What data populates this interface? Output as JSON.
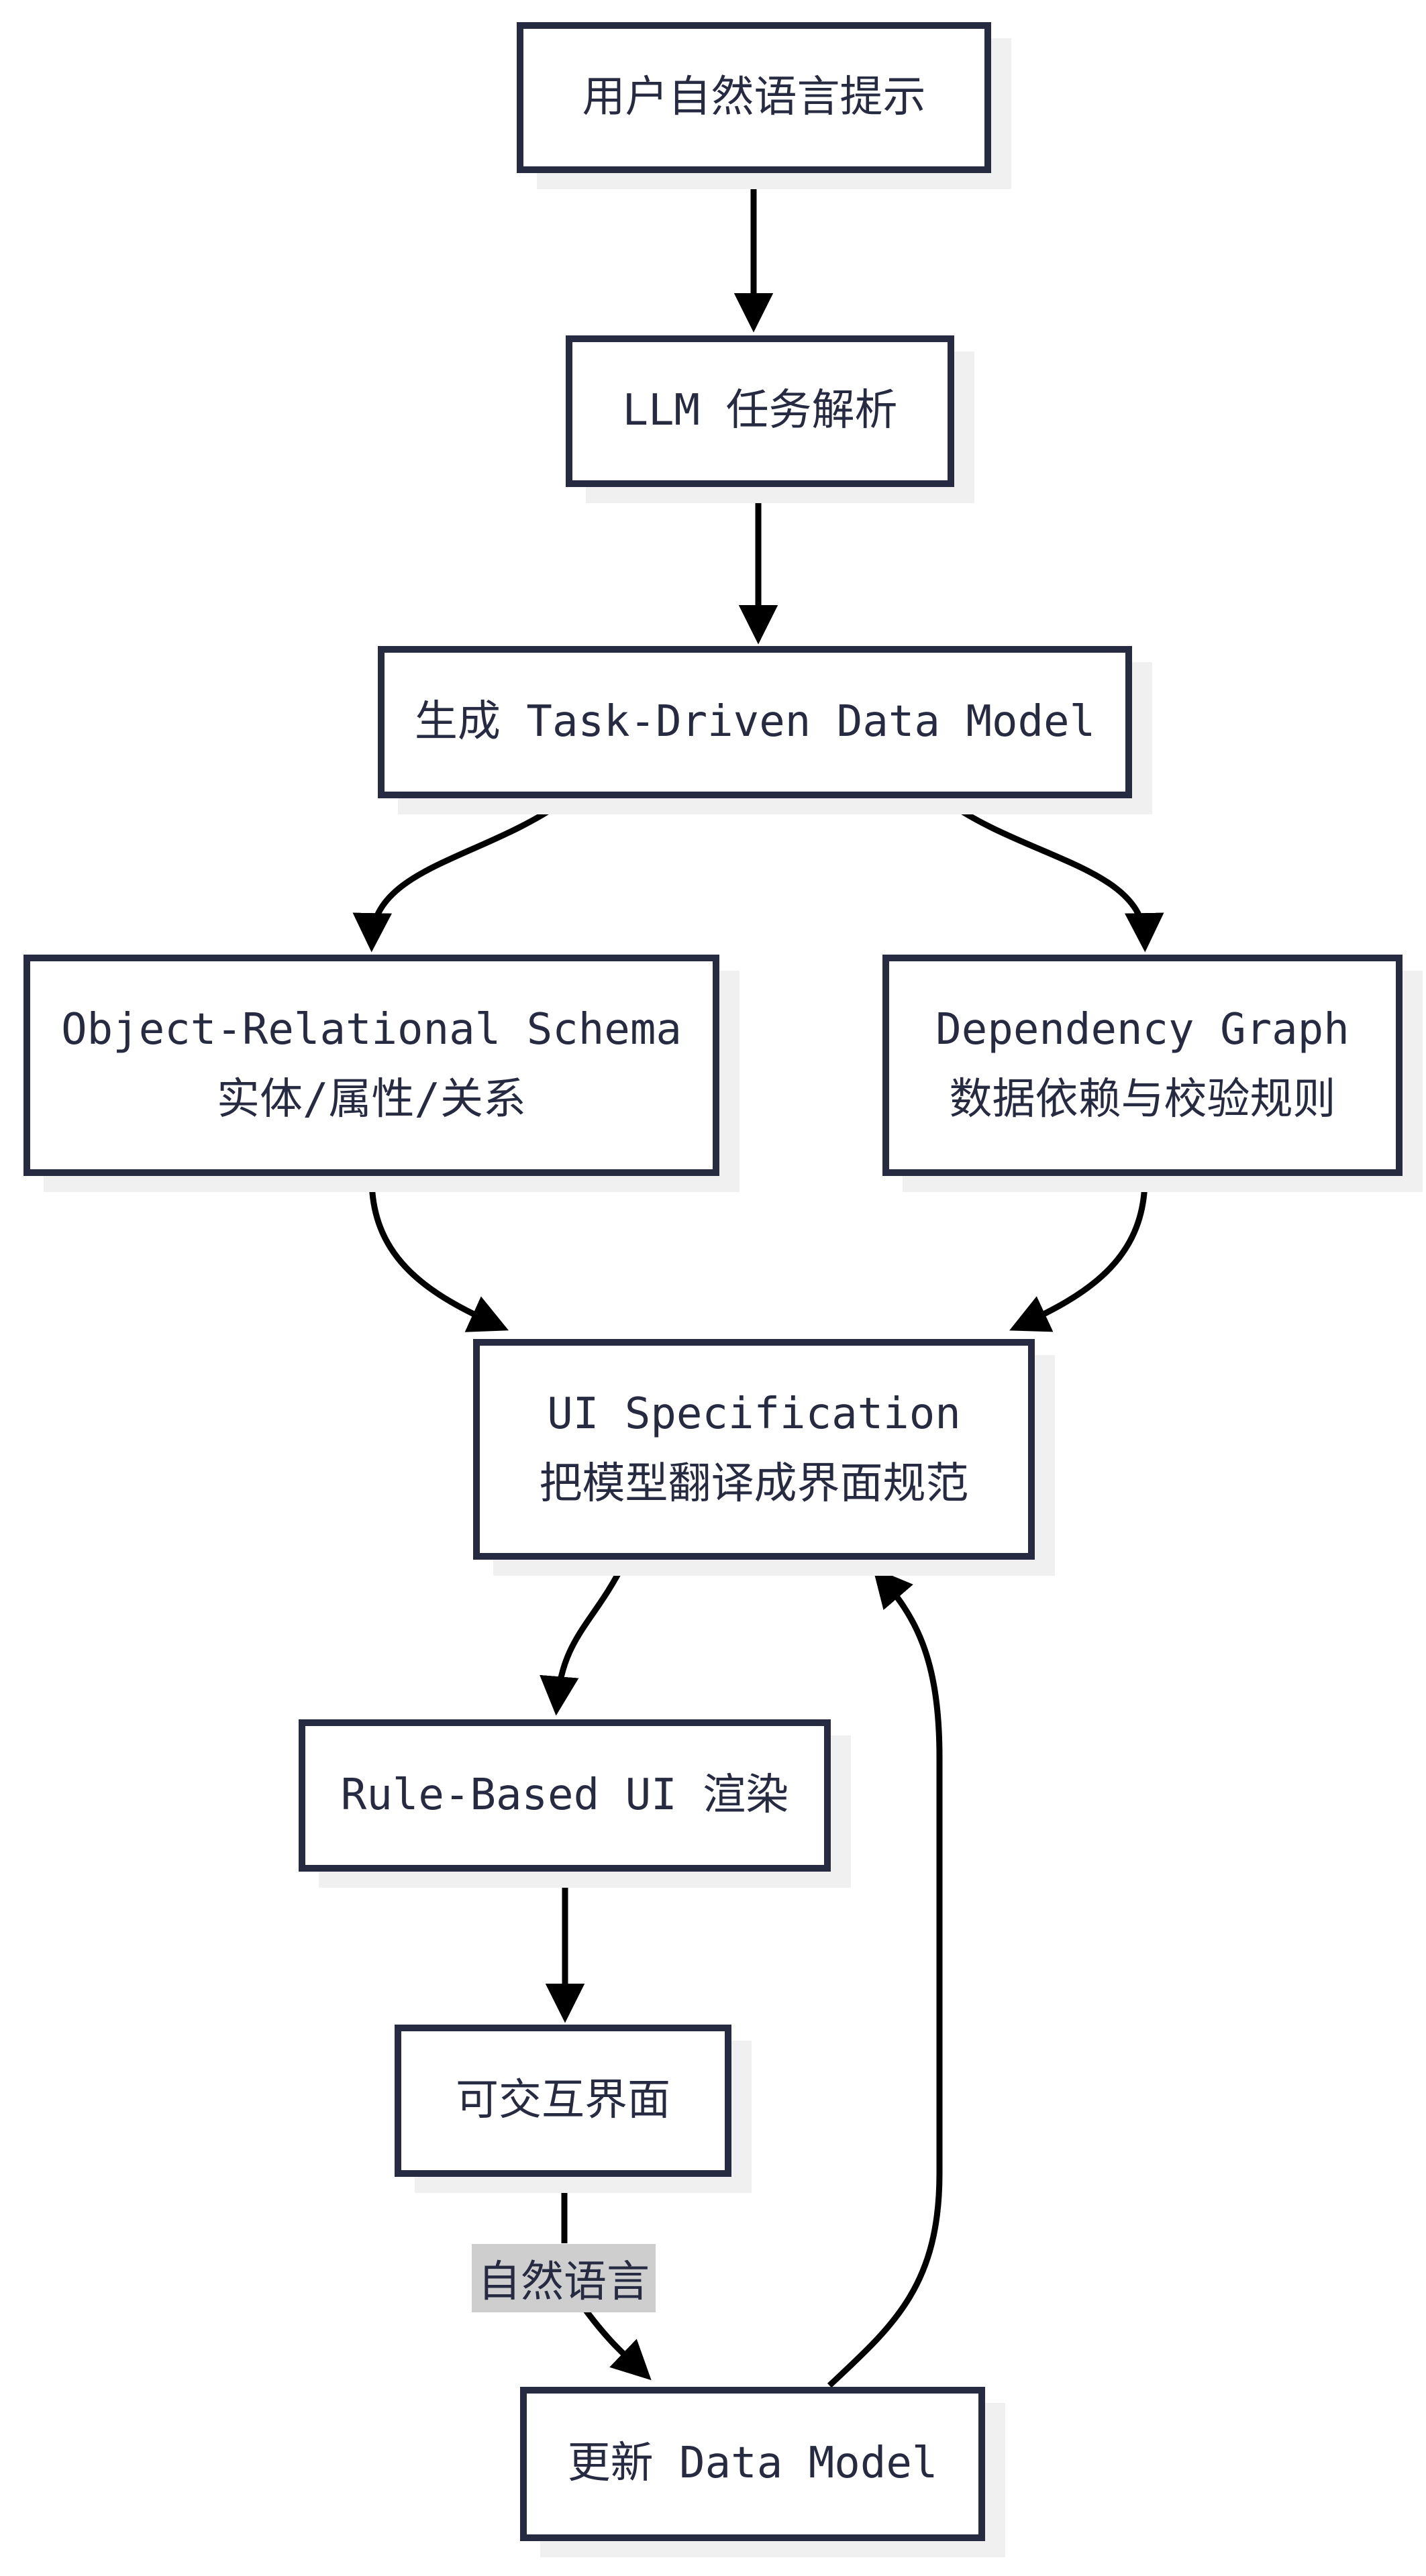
{
  "diagram": {
    "type": "flowchart-top-down",
    "colors": {
      "node_border": "#272b42",
      "node_fill": "#ffffff",
      "node_text": "#272b42",
      "edge_stroke": "#000000",
      "node_shadow": "#f0f0f0",
      "edge_label_bg": "#cecece",
      "page_bg": "#ffffff"
    },
    "nodes": [
      {
        "id": "user-prompt",
        "lines": [
          "用户自然语言提示"
        ]
      },
      {
        "id": "llm-task-parse",
        "lines": [
          "LLM 任务解析"
        ]
      },
      {
        "id": "gen-task-driven-model",
        "lines": [
          "生成 Task-Driven Data Model"
        ]
      },
      {
        "id": "object-relational-schema",
        "lines": [
          "Object-Relational Schema",
          "实体/属性/关系"
        ]
      },
      {
        "id": "dependency-graph",
        "lines": [
          "Dependency Graph",
          "数据依赖与校验规则"
        ]
      },
      {
        "id": "ui-specification",
        "lines": [
          "UI Specification",
          "把模型翻译成界面规范"
        ]
      },
      {
        "id": "rule-based-ui-render",
        "lines": [
          "Rule-Based UI 渲染"
        ]
      },
      {
        "id": "interactive-ui",
        "lines": [
          "可交互界面"
        ]
      },
      {
        "id": "update-data-model",
        "lines": [
          "更新 Data Model"
        ]
      }
    ],
    "edges": [
      {
        "from": "user-prompt",
        "to": "llm-task-parse",
        "label": ""
      },
      {
        "from": "llm-task-parse",
        "to": "gen-task-driven-model",
        "label": ""
      },
      {
        "from": "gen-task-driven-model",
        "to": "object-relational-schema",
        "label": ""
      },
      {
        "from": "gen-task-driven-model",
        "to": "dependency-graph",
        "label": ""
      },
      {
        "from": "object-relational-schema",
        "to": "ui-specification",
        "label": ""
      },
      {
        "from": "dependency-graph",
        "to": "ui-specification",
        "label": ""
      },
      {
        "from": "ui-specification",
        "to": "rule-based-ui-render",
        "label": ""
      },
      {
        "from": "rule-based-ui-render",
        "to": "interactive-ui",
        "label": ""
      },
      {
        "from": "interactive-ui",
        "to": "update-data-model",
        "label": "自然语言"
      },
      {
        "from": "update-data-model",
        "to": "ui-specification",
        "label": ""
      }
    ],
    "edge_label": {
      "text": "自然语言"
    }
  }
}
